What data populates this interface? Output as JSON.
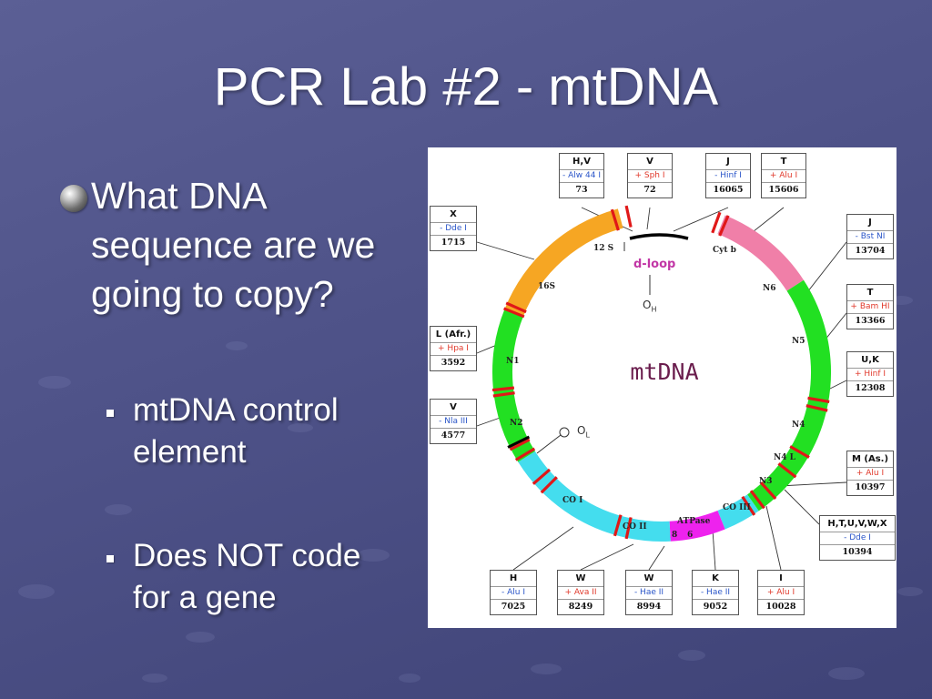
{
  "slide": {
    "title": "PCR Lab #2 - mtDNA",
    "bullet": "What DNA sequence are we going to copy?",
    "subbullets": [
      "mtDNA control element",
      "Does NOT code for a gene"
    ]
  },
  "diagram": {
    "center_label": "mtDNA",
    "dloop_label": "d-loop",
    "origin_h": "O",
    "origin_h_sub": "H",
    "origin_l": "O",
    "origin_l_sub": "L",
    "segment_labels": {
      "rrna12s": "12 S",
      "rrna16s": "16S",
      "cytb": "Cyt b",
      "n6": "N6",
      "n5": "N5",
      "n4": "N4",
      "n4l": "N4 L",
      "n3": "N3",
      "co3": "CO III",
      "atpase": "ATPase",
      "atp8": "8",
      "atp6": "6",
      "co2": "CO II",
      "co1": "CO I",
      "n2": "N2",
      "n1": "N1"
    },
    "boxes": [
      {
        "hap": "H,V",
        "enzyme": "- Alw 44 I",
        "pos": "73"
      },
      {
        "hap": "V",
        "enzyme": "+ Sph I",
        "pos": "72"
      },
      {
        "hap": "J",
        "enzyme": "- Hinf I",
        "pos": "16065"
      },
      {
        "hap": "T",
        "enzyme": "+ Alu I",
        "pos": "15606"
      },
      {
        "hap": "X",
        "enzyme": "- Dde I",
        "pos": "1715"
      },
      {
        "hap": "J",
        "enzyme": "- Bst NI",
        "pos": "13704"
      },
      {
        "hap": "T",
        "enzyme": "+ Bam HI",
        "pos": "13366"
      },
      {
        "hap": "L (Afr.)",
        "enzyme": "+ Hpa I",
        "pos": "3592"
      },
      {
        "hap": "U,K",
        "enzyme": "+ Hinf I",
        "pos": "12308"
      },
      {
        "hap": "V",
        "enzyme": "- Nla III",
        "pos": "4577"
      },
      {
        "hap": "M (As.)",
        "enzyme": "+ Alu I",
        "pos": "10397"
      },
      {
        "hap": "H,T,U,V,W,X",
        "enzyme": "- Dde I",
        "pos": "10394"
      },
      {
        "hap": "H",
        "enzyme": "- Alu I",
        "pos": "7025"
      },
      {
        "hap": "W",
        "enzyme": "+ Ava II",
        "pos": "8249"
      },
      {
        "hap": "W",
        "enzyme": "- Hae II",
        "pos": "8994"
      },
      {
        "hap": "K",
        "enzyme": "- Hae II",
        "pos": "9052"
      },
      {
        "hap": "I",
        "enzyme": "+ Alu I",
        "pos": "10028"
      }
    ]
  }
}
